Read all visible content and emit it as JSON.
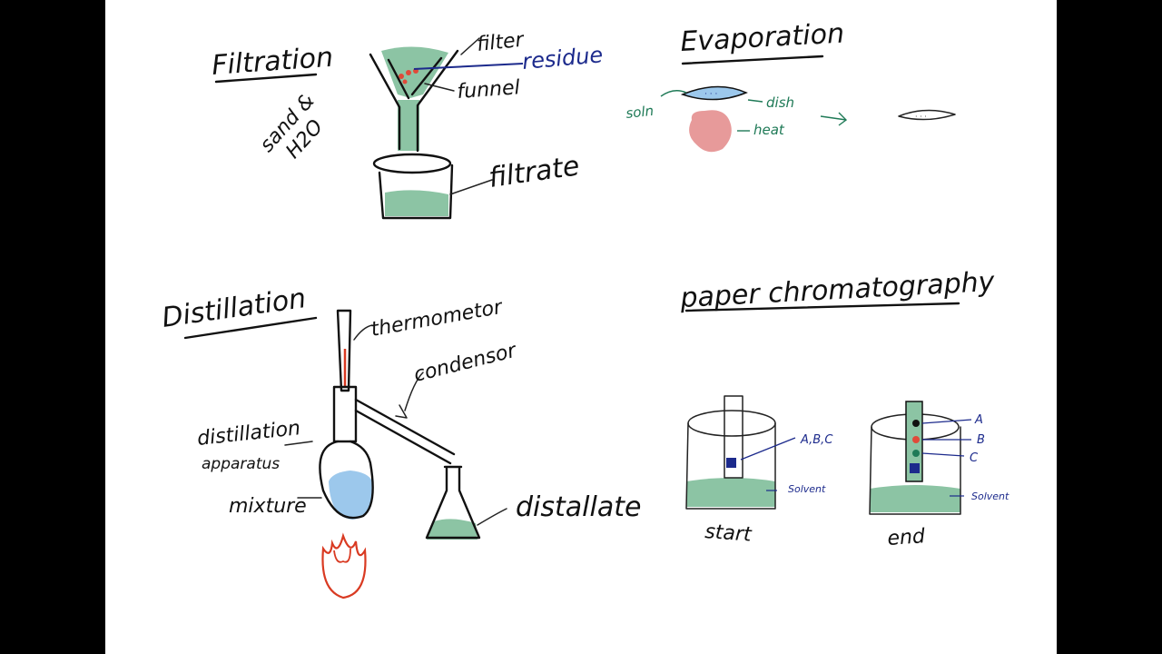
{
  "sections": {
    "filtration": {
      "title": "Filtration",
      "sample": [
        "sand &",
        "H2O"
      ],
      "labels": {
        "filter": "filter",
        "residue": "residue",
        "funnel": "funnel",
        "filtrate": "filtrate"
      }
    },
    "evaporation": {
      "title": "Evaporation",
      "labels": {
        "soln": "soln",
        "dish": "dish",
        "heat": "heat"
      }
    },
    "distillation": {
      "title": "Distillation",
      "labels": {
        "thermometer": "thermometor",
        "condenser": "condensor",
        "apparatus": [
          "distillation",
          "apparatus"
        ],
        "mixture": "mixture",
        "distillate": "distallate"
      }
    },
    "chromatography": {
      "title": "paper chromatography",
      "start": {
        "spots_label": "A,B,C",
        "solvent": "Solvent",
        "caption": "start"
      },
      "end": {
        "spot_labels": [
          "A",
          "B",
          "C"
        ],
        "solvent": "Solvent",
        "caption": "end"
      }
    }
  },
  "colors": {
    "ink": "#111111",
    "green_fill": "#8cc4a4",
    "blue_fill": "#9cc8ec",
    "heat_pink": "#e79a9a",
    "flame_red": "#d93a22",
    "dark_blue": "#1c2a8c",
    "label_green": "#1f7a57",
    "frame": "#000000"
  }
}
